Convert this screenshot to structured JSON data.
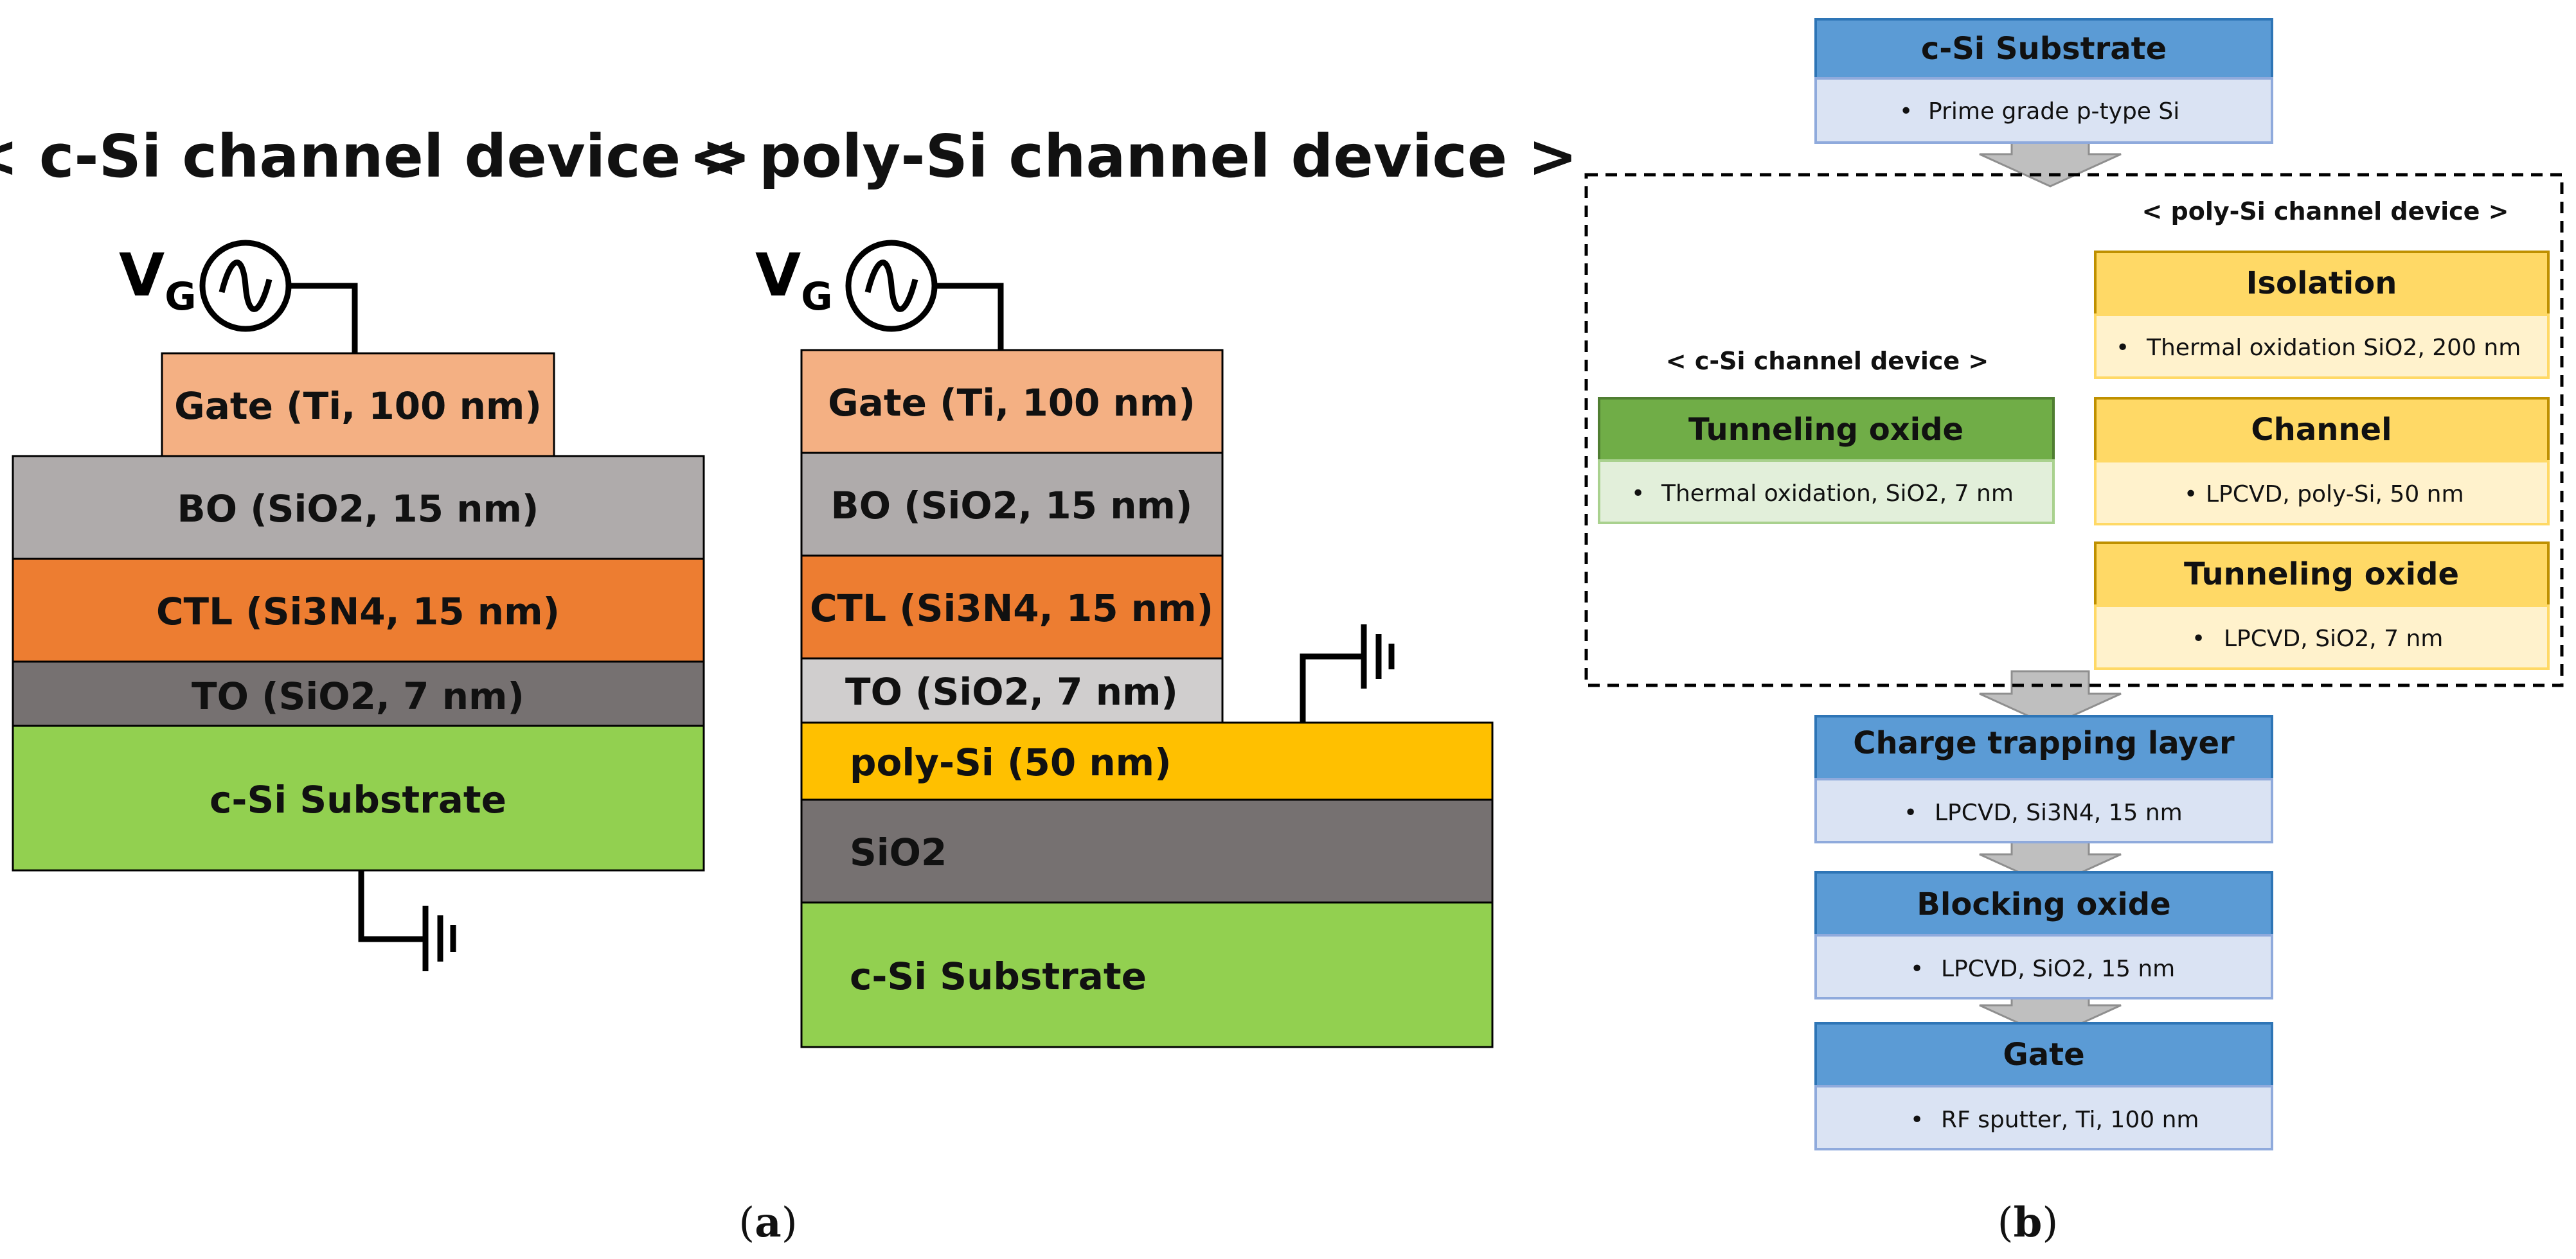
{
  "panel_a": {
    "csi_device": {
      "title": "< c-Si channel device >",
      "source_label": "V",
      "source_subscript": "G",
      "layers": [
        {
          "label": "Gate (Ti, 100 nm)",
          "color": "#f4b083"
        },
        {
          "label": "BO (SiO2, 15 nm)",
          "color": "#afabab"
        },
        {
          "label": "CTL (Si3N4, 15 nm)",
          "color": "#ed7d31"
        },
        {
          "label": "TO (SiO2, 7 nm)",
          "color": "#767171"
        },
        {
          "label": "c-Si Substrate",
          "color": "#92d050"
        }
      ]
    },
    "polysi_device": {
      "title": "< poly-Si channel device >",
      "source_label": "V",
      "source_subscript": "G",
      "layers": [
        {
          "label": "Gate (Ti, 100 nm)",
          "color": "#f4b083"
        },
        {
          "label": "BO (SiO2, 15 nm)",
          "color": "#afabab"
        },
        {
          "label": "CTL (Si3N4, 15 nm)",
          "color": "#ed7d31"
        },
        {
          "label": "TO (SiO2, 7 nm)",
          "color": "#d0cece"
        },
        {
          "label": "poly-Si (50 nm)",
          "color": "#ffc000"
        },
        {
          "label": "SiO2",
          "color": "#767171"
        },
        {
          "label": "c-Si Substrate",
          "color": "#92d050"
        }
      ]
    },
    "caption": {
      "open": "(",
      "letter": "a",
      "close": ")"
    }
  },
  "panel_b": {
    "substrate": {
      "title": "c-Si Substrate",
      "detail": "Prime grade p-type Si"
    },
    "csi_section_title": "< c-Si channel device >",
    "csi_step": {
      "title": "Tunneling oxide",
      "detail": "Thermal oxidation, SiO2, 7 nm"
    },
    "polysi_section_title": "< poly-Si channel device >",
    "polysi_steps": [
      {
        "title": "Isolation",
        "detail": "Thermal oxidation SiO2, 200 nm"
      },
      {
        "title": "Channel",
        "detail": "LPCVD, poly-Si, 50 nm"
      },
      {
        "title": "Tunneling oxide",
        "detail": "LPCVD, SiO2, 7 nm"
      }
    ],
    "common_steps": [
      {
        "title": "Charge trapping layer",
        "detail": "LPCVD, Si3N4, 15 nm"
      },
      {
        "title": "Blocking oxide",
        "detail": "LPCVD, SiO2, 15 nm"
      },
      {
        "title": "Gate",
        "detail": "RF sputter, Ti, 100 nm"
      }
    ],
    "bullet": "•",
    "caption": {
      "open": "(",
      "letter": "b",
      "close": ")"
    }
  },
  "colors": {
    "blue_header": "#5b9bd5",
    "blue_detail": "#dae3f3",
    "green_header": "#70ad47",
    "green_detail": "#e2efda",
    "yellow_header": "#ffd966",
    "yellow_detail": "#fff2cc",
    "arrow": "#bfbfbf",
    "line": "#000000"
  }
}
